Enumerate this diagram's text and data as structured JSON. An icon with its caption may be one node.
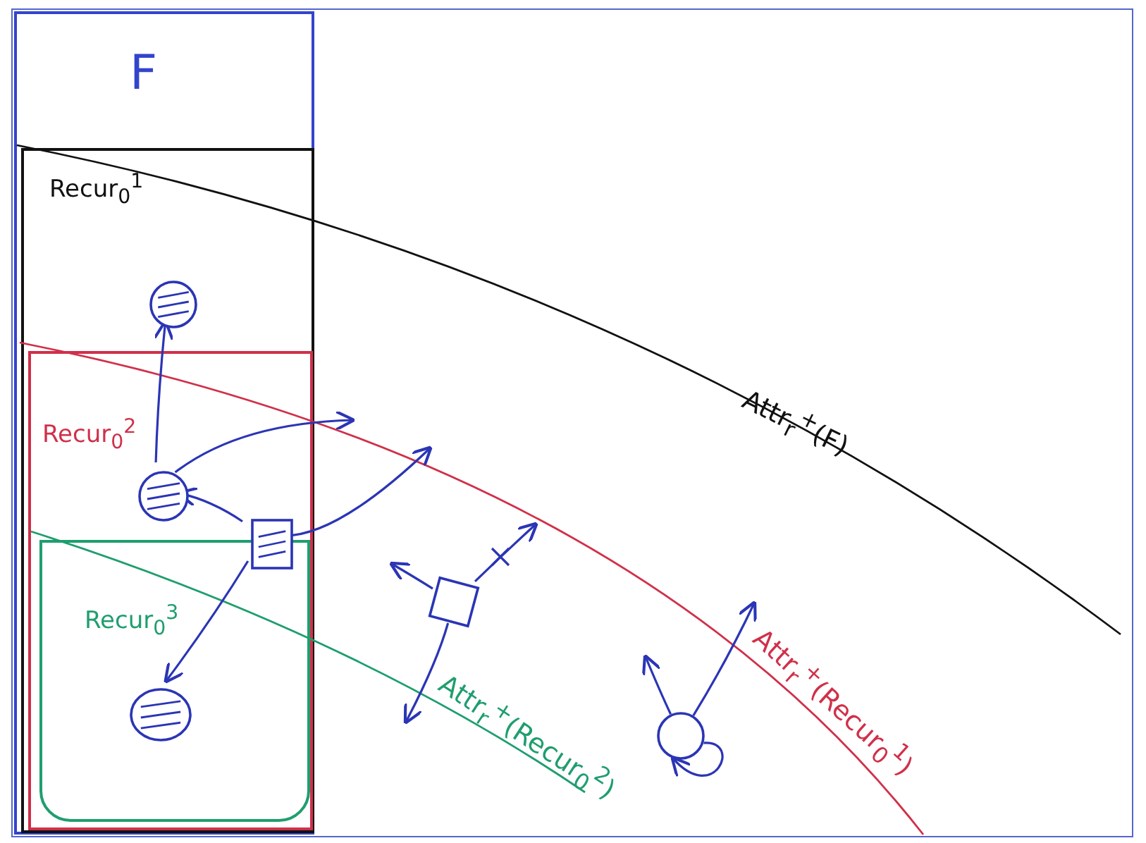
{
  "diagram": {
    "nodes": [
      {
        "text": [
          "F"
        ]
      },
      {
        "text": [
          "Recur$_{0}$$^{1}$"
        ],
        "in": 0
      },
      {
        "text": [
          "Recur$_{0}$$^{2}$"
        ],
        "in": 1
      },
      {
        "text": [
          "Recur$_{0}$$^{3}$"
        ],
        "in": 2
      },
      {
        "text": [],
        "shape": "circle",
        "in": 1
      },
      {
        "text": [],
        "shape": "circle",
        "in": 2
      },
      {
        "text": [],
        "shape": "box",
        "in": 2
      },
      {
        "text": [],
        "shape": "circle",
        "in": 3
      },
      {
        "text": [],
        "shape": "box"
      },
      {
        "text": [],
        "shape": "circle"
      }
    ],
    "edges": [
      {
        "from": 5,
        "to": 4,
        "arrow": "to"
      },
      {
        "from": 5,
        "to": null,
        "arrow": "to"
      },
      {
        "from": 6,
        "to": 5,
        "arrow": "to"
      },
      {
        "from": 6,
        "to": 7,
        "arrow": "to"
      },
      {
        "from": 6,
        "to": null,
        "arrow": "to"
      },
      {
        "from": 8,
        "to": null,
        "arrow": "to"
      },
      {
        "from": 8,
        "to": null,
        "arrow": "to"
      },
      {
        "from": 8,
        "to": null,
        "arrow": "to"
      },
      {
        "from": 9,
        "to": null,
        "arrow": "to"
      },
      {
        "from": 9,
        "to": null,
        "arrow": "to"
      },
      {
        "from": 9,
        "to": 9,
        "arrow": "to"
      }
    ],
    "labels": [
      "Attr$_{r}$$^{+}$(F)",
      "Attr$_{r}$$^{+}$(Recur$_{0}$$^{1}$)",
      "Attr$_{r}$$^{+}$(Recur$_{0}$$^{2}$)"
    ]
  }
}
